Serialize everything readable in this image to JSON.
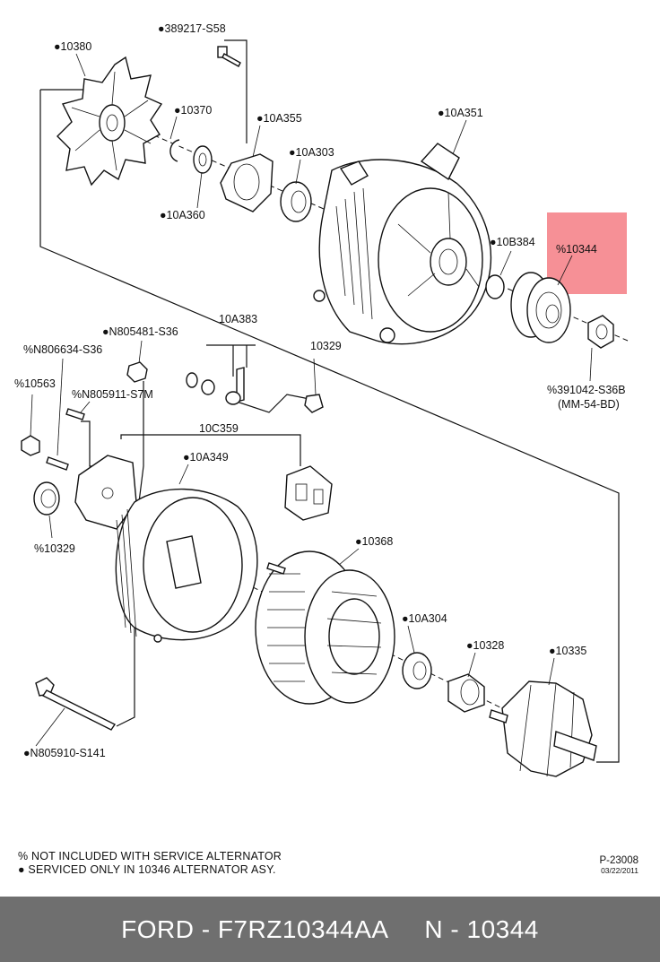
{
  "callouts": {
    "c389217": "●389217-S58",
    "c10380": "●10380",
    "c10370": "●10370",
    "c10A355": "●10A355",
    "c10A351": "●10A351",
    "c10A303": "●10A303",
    "c10A360": "●10A360",
    "c10B384": "●10B384",
    "c10344": "%10344",
    "c391042": "%391042-S36B",
    "c391042b": "(MM-54-BD)",
    "cN805481": "●N805481-S36",
    "c10A383": "10A383",
    "cN806634": "%N806634-S36",
    "c10329a": "10329",
    "c10563": "%10563",
    "cN805911": "%N805911-S7M",
    "c10C359": "10C359",
    "c10A349": "●10A349",
    "c10329b": "%10329",
    "c10368": "●10368",
    "c10A304": "●10A304",
    "c10328": "●10328",
    "c10335": "●10335",
    "cN805910": "●N805910-S141"
  },
  "notes": [
    "% NOT INCLUDED WITH SERVICE ALTERNATOR",
    "● SERVICED ONLY IN 10346 ALTERNATOR ASY."
  ],
  "reference": {
    "code": "P-23008",
    "date": "03/22/2011"
  },
  "caption": "FORD - F7RZ10344AA     N - 10344",
  "colors": {
    "highlight": "#f47c84",
    "bar": "#6f6f6f"
  }
}
